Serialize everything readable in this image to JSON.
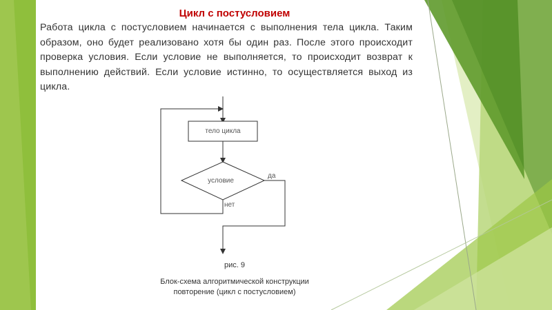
{
  "title": "Цикл с постусловием",
  "paragraph": "Работа цикла с постусловием начинается с выполнения тела цикла. Таким образом, оно будет реализовано хотя бы один раз. После этого происходит проверка условия. Если условие не выполняется, то происходит возврат к выполнению действий. Если условие истинно, то осуществляется выход из цикла.",
  "flowchart": {
    "body_label": "тело цикла",
    "condition_label": "условие",
    "yes_label": "да",
    "no_label": "нет"
  },
  "figure": {
    "number": "рис. 9",
    "caption_line1": "Блок-схема алгоритмической конструкции",
    "caption_line2": "повторение (цикл с постусловием)"
  },
  "colors": {
    "title": "#c00000",
    "green_light": "#c7dd93",
    "green_mid": "#8fbf3c",
    "green_dark": "#4c8a22",
    "green_accent": "#6aa82e",
    "line": "#333333"
  }
}
